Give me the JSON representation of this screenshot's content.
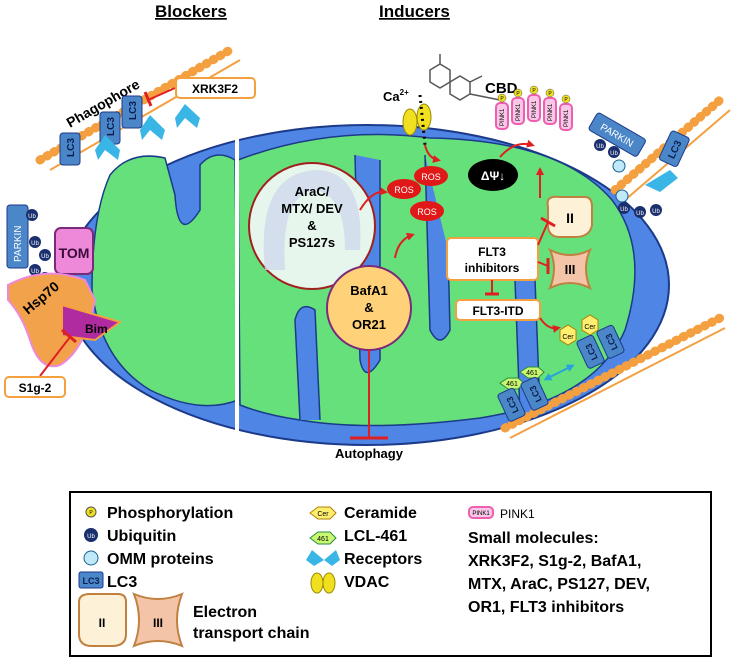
{
  "headers": {
    "blockers": "Blockers",
    "inducers": "Inducers"
  },
  "labels": {
    "phagophore": "Phagophore",
    "ca": "Ca",
    "ca_sup": "2+",
    "cbd": "CBD",
    "psi": "ΔΨ↓",
    "tom": "TOM",
    "hsp70": "Hsp70",
    "bim": "Bim",
    "autophagy": "Autophagy",
    "ros": "ROS",
    "parkin": "PARKIN",
    "lc3": "LC3",
    "ub": "Ub",
    "pink1": "PINK1",
    "p": "P",
    "cer": "Cer",
    "lcl461": "461",
    "complex2": "II",
    "complex3": "III"
  },
  "boxes": {
    "xrk3f2": "XRK3F2",
    "s1g2": "S1g-2",
    "flt3_inhibitors_line1": "FLT3",
    "flt3_inhibitors_line2": "inhibitors",
    "flt3_itd": "FLT3-ITD"
  },
  "circles": {
    "arac_line1": "AraC/",
    "arac_line2": "MTX/ DEV",
    "arac_line3": "&",
    "arac_line4": "PS127s",
    "bafa1_line1": "BafA1",
    "bafa1_line2": "&",
    "bafa1_line3": "OR21"
  },
  "legend": {
    "phosphorylation": "Phosphorylation",
    "ubiquitin": "Ubiquitin",
    "omm": "OMM proteins",
    "lc3": "LC3",
    "etc_line1": "Electron",
    "etc_line2": "transport chain",
    "ceramide": "Ceramide",
    "lcl461": "LCL-461",
    "receptors": "Receptors",
    "vdac": "VDAC",
    "pink1": "PINK1",
    "small_title": "Small molecules:",
    "small_line1": "XRK3F2, S1g-2, BafA1,",
    "small_line2": "MTX, AraC, PS127, DEV,",
    "small_line3": "OR1, FLT3 inhibitors"
  },
  "colors": {
    "matrix": "#66e07a",
    "membrane": "#4f86e6",
    "inhibit": "#e02020",
    "lc3": "#4a86c8",
    "orange": "#f4a040",
    "ub": "#1a2f6e",
    "vdac": "#f0e020",
    "pink": "#ee5fb0",
    "etc_fill": "#fdf2d8",
    "hsp70": "#f3a24c"
  }
}
